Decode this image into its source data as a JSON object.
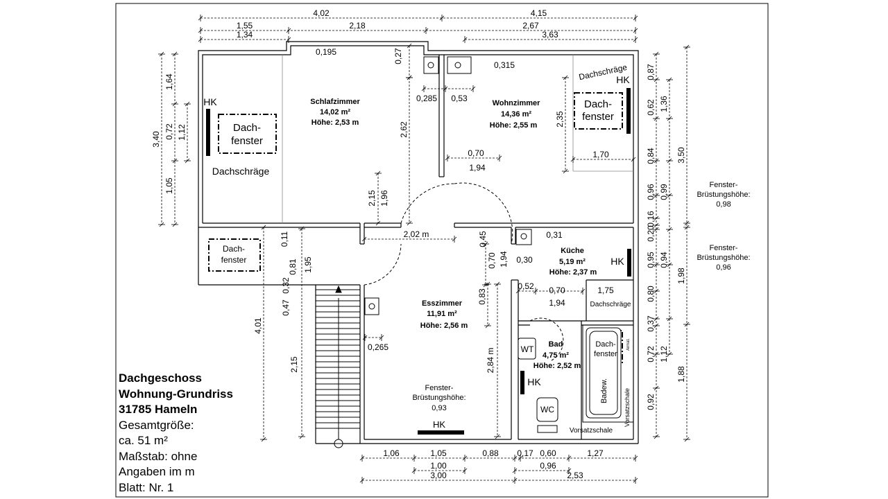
{
  "rooms": {
    "schlafzimmer": {
      "name": "Schlafzimmer",
      "area": "14,02 m²",
      "height": "Höhe: 2,53 m"
    },
    "wohnzimmer": {
      "name": "Wohnzimmer",
      "area": "14,36 m²",
      "height": "Höhe: 2,55 m"
    },
    "kueche": {
      "name": "Küche",
      "area": "5,19 m²",
      "height": "Höhe: 2,37 m"
    },
    "esszimmer": {
      "name": "Esszimmer",
      "area": "11,91 m²",
      "height": "Höhe: 2,56 m"
    },
    "bad": {
      "name": "Bad",
      "area": "4,75 m²",
      "height": "Höhe: 2,52 m"
    }
  },
  "labels": {
    "hk": "HK",
    "dachfenster_1": "Dach-",
    "dachfenster_2": "fenster",
    "dachschraege": "Dachschräge",
    "wt": "WT",
    "wc": "WC",
    "badew": "Badew.",
    "vorsatzschale": "Vorsatzschale",
    "armatur": "Armat.",
    "bh_1": "Fenster-",
    "bh_2": "Brüstungshöhe:",
    "bh_right_top": "0,98",
    "bh_right_mid": "0,96",
    "bh_esszimmer": "0,93",
    "door_width": "2,02 m",
    "esszimmer_depth": "2,84 m"
  },
  "dimensions": {
    "top_row1": [
      "4,02",
      "4,15"
    ],
    "top_row2": [
      "1,55",
      "2,18",
      "2,67"
    ],
    "top_row3": [
      "1,34",
      "3,63"
    ],
    "bottom_row1": [
      "1,06",
      "1,05",
      "0,88",
      "0,17",
      "0,60",
      "1,27"
    ],
    "bottom_row2": [
      "1,00",
      "0,96"
    ],
    "bottom_row3": [
      "3,00",
      "2,53"
    ],
    "left_outer": [
      "3,40",
      "4,01"
    ],
    "left_inner": [
      "1,64",
      "0,72",
      "1,05",
      "1,12"
    ],
    "right_col1": [
      "0,87",
      "0,62",
      "0,84",
      "0,96",
      "0,16",
      "0,20",
      "0,95",
      "0,80",
      "0,37",
      "0,72",
      "0,92"
    ],
    "right_col2": [
      "1,36",
      "0,99",
      "0,94",
      "1,12"
    ],
    "right_col3": [
      "3,50",
      "1,98",
      "1,88"
    ],
    "interior": [
      "0,195",
      "0,27",
      "0,285",
      "0,53",
      "0,315",
      "2,62",
      "2,35",
      "0,70",
      "1,94",
      "1,70",
      "1,96",
      "0,11",
      "0,81",
      "1,95",
      "0,32",
      "0,47",
      "2,15",
      "0,45",
      "0,31",
      "0,30",
      "0,52",
      "1,75",
      "0,83",
      "0,265"
    ]
  },
  "legend": {
    "line1": "Dachgeschoss",
    "line2": "Wohnung-Grundriss",
    "line3": "31785 Hameln",
    "line4": "Gesamtgröße:",
    "line5": "ca. 51 m²",
    "line6": "Maßstab: ohne",
    "line7": "Angaben im m",
    "line8": "Blatt: Nr. 1"
  }
}
